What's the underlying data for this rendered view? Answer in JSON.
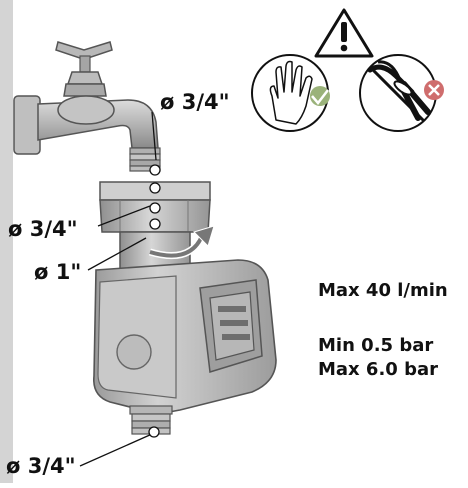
{
  "labels": {
    "inlet_top": "ø 3/4\"",
    "inlet_side": "ø 3/4\"",
    "body_diameter": "ø 1\"",
    "outlet": "ø 3/4\""
  },
  "specs": {
    "flow": "Max 40 l/min",
    "pressure_min": "Min 0.5 bar",
    "pressure_max": "Max 6.0 bar"
  },
  "icons": {
    "warning": "warning-triangle-icon",
    "hand_ok": "hand-tighten-icon",
    "tool_forbidden": "no-pliers-icon"
  },
  "colors": {
    "side_strip": "#d4d4d4",
    "metal_light": "#cfcfcf",
    "metal_mid": "#a9a9a9",
    "metal_dark": "#6e6e6e",
    "body_light": "#c6c6c6",
    "body_dark": "#8c8c8c",
    "check_green": "#9ab27a",
    "cross_red": "#cf6d6d",
    "ink": "#111111"
  }
}
